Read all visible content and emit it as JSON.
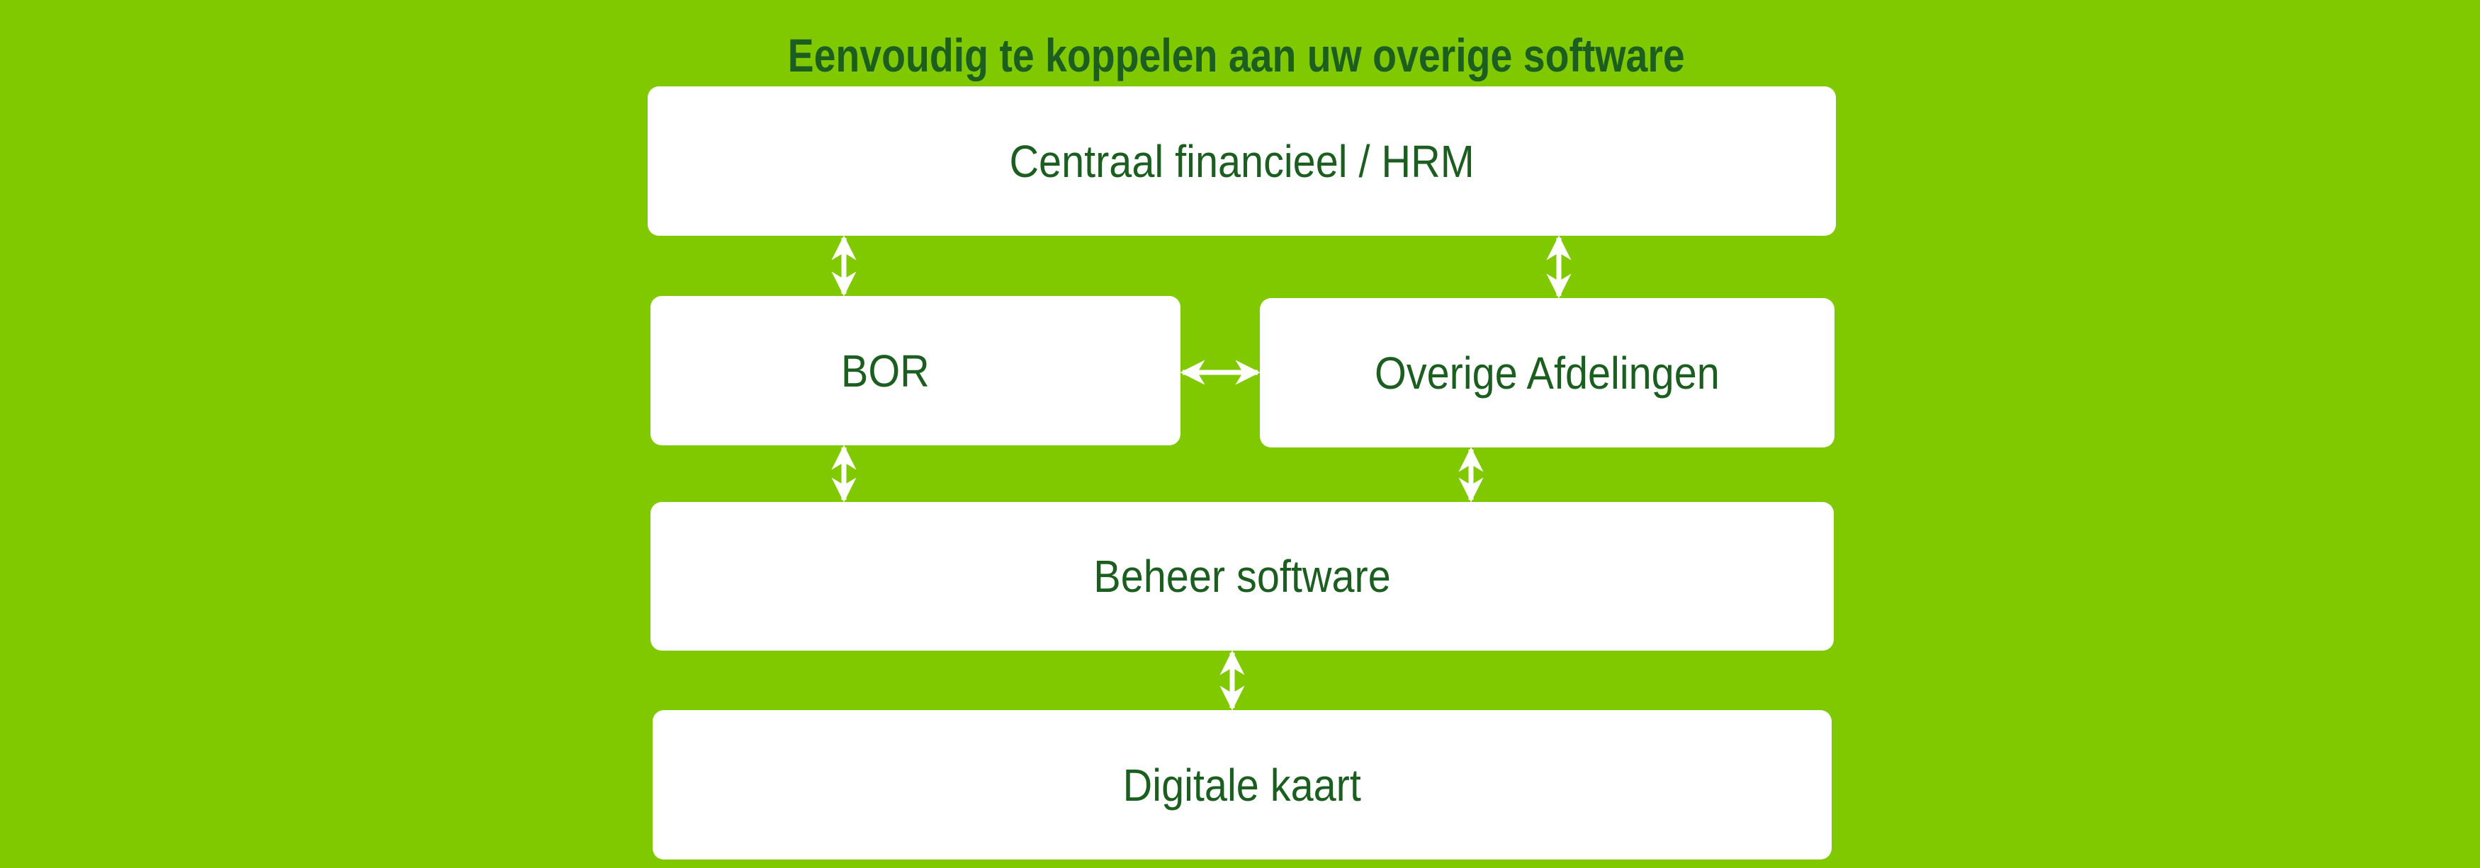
{
  "title": "Eenvoudig te koppelen aan uw overige software",
  "boxes": {
    "central": "Centraal financieel / HRM",
    "bor": "BOR",
    "other_departments": "Overige Afdelingen",
    "management_software": "Beheer software",
    "digital_map": "Digitale kaart"
  },
  "colors": {
    "background": "#80c900",
    "box": "#ffffff",
    "text": "#1b5e20",
    "arrow": "#ffffff"
  }
}
